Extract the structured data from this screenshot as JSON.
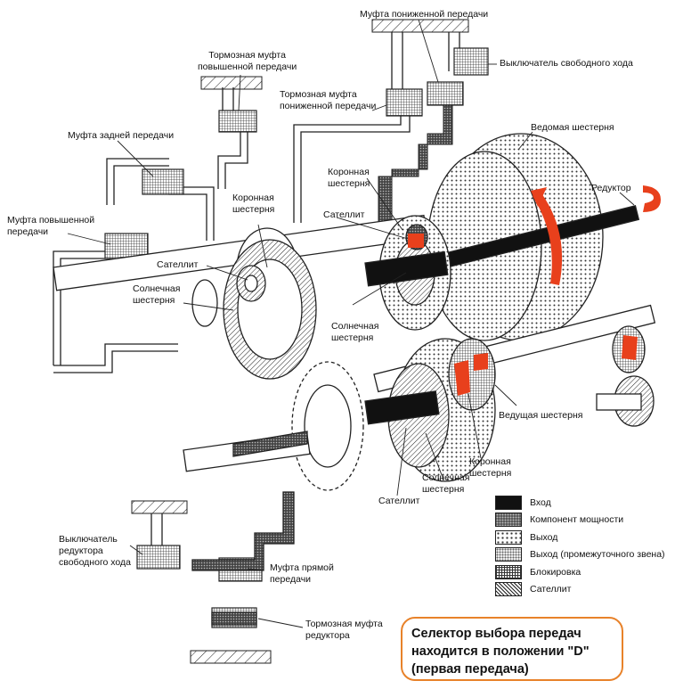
{
  "labels": {
    "low_clutch": "Муфта пониженной передачи",
    "freewheel_switch": "Выключатель свободного хода",
    "overdrive_brake": "Тормозная муфта\nповышенной передачи",
    "low_brake": "Тормозная муфта\nпониженной передачи",
    "reverse_clutch": "Муфта задней передачи",
    "overdrive_clutch": "Муфта повышенной\nпередачи",
    "driven_gear": "Ведомая шестерня",
    "ring_gear_right": "Коронная\nшестерня",
    "reducer": "Редуктор",
    "ring_gear_left": "Коронная\nшестерня",
    "satellite_right": "Сателлит",
    "satellite_left": "Сателлит",
    "sun_gear_left": "Солнечная\nшестерня",
    "sun_gear_mid": "Солнечная\nшестерня",
    "drive_gear": "Ведущая шестерня",
    "ring_gear_bottom": "Коронная\nшестерня",
    "sun_gear_bottom": "Солнечная\nшестерня",
    "satellite_bottom": "Сателлит",
    "reducer_freewheel_switch": "Выключатель\nредуктора\nсвободного хода",
    "direct_clutch": "Муфта прямой\nпередачи",
    "reducer_brake": "Тормозная муфта\nредуктора"
  },
  "legend": [
    {
      "key": "input",
      "label": "Вход"
    },
    {
      "key": "power",
      "label": "Компонент мощности"
    },
    {
      "key": "output",
      "label": "Выход"
    },
    {
      "key": "outmid",
      "label": "Выход (промежуточного звена)"
    },
    {
      "key": "lock",
      "label": "Блокировка"
    },
    {
      "key": "sat",
      "label": "Сателлит"
    }
  ],
  "status": "Селектор выбора передач\nнаходится в положении \"D\"\n(первая передача)",
  "colors": {
    "arrow": "#e8401c",
    "frame": "#e8822a"
  }
}
